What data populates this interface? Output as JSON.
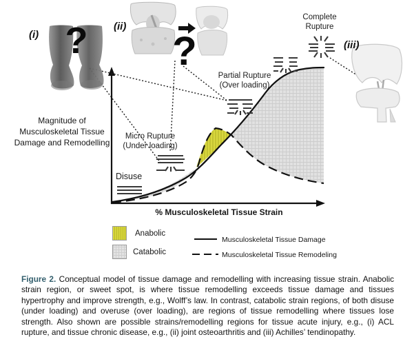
{
  "panels": {
    "i": {
      "label": "(i)",
      "question_mark": "?"
    },
    "ii": {
      "label": "(ii)",
      "question_mark": "?"
    },
    "iii": {
      "label": "(iii)"
    }
  },
  "chart": {
    "y_axis_label": "Magnitude of Musculoskeletal Tissue Damage and Remodelling",
    "x_axis_label": "% Musculoskeletal Tissue Strain",
    "annotations": {
      "disuse": "Disuse",
      "micro_rupture": "Micro Rupture (Under loading)",
      "partial_rupture": "Partial Rupture (Over loading)",
      "complete_rupture": "Complete Rupture"
    }
  },
  "legend": {
    "anabolic": "Anabolic",
    "catabolic": "Catabolic",
    "damage_line": "Musculoskeletal Tissue Damage",
    "remodeling_line": "Musculoskeletal Tissue Remodeling"
  },
  "caption": {
    "label": "Figure 2.",
    "text": " Conceptual model of tissue damage and remodelling with increasing tissue strain. Anabolic strain region, or sweet spot, is where tissue remodelling exceeds tissue damage and tissues hypertrophy and improve strength, e.g., Wolff’s law. In contrast, catabolic strain regions, of both disuse (under loading) and overuse (over loading), are regions of tissue remodelling where tissues lose strength. Also shown are possible strains/remodelling regions for tissue acute injury, e.g., (i) ACL rupture, and tissue chronic disease, e.g., (ii) joint osteoarthritis and (iii) Achilles’ tendinopathy."
  },
  "colors": {
    "anabolic_fill": "#d8d73e",
    "anabolic_hatch": "#b7b62a",
    "catabolic_fill": "#e0e0e0",
    "catabolic_grid": "#cccccc",
    "curve_stroke": "#111111",
    "caption_label": "#335f6d"
  },
  "chart_data": {
    "type": "line",
    "title": "Conceptual model of tissue damage and remodelling vs tissue strain",
    "xlabel": "% Musculoskeletal Tissue Strain",
    "ylabel": "Magnitude of Musculoskeletal Tissue Damage and Remodelling",
    "axes_note": "Qualitative axes; no numeric tick labels shown. Values below normalized 0-100.",
    "grid": false,
    "legend_position": "below",
    "series": [
      {
        "name": "Musculoskeletal Tissue Damage",
        "style": "solid",
        "x": [
          0,
          12,
          25,
          35,
          40,
          45,
          51,
          56,
          64,
          72,
          80,
          88,
          100
        ],
        "y": [
          1,
          4,
          10,
          19,
          26,
          33,
          43,
          50,
          64,
          81,
          93,
          98,
          100
        ]
      },
      {
        "name": "Musculoskeletal Tissue Remodeling",
        "style": "dashed",
        "x": [
          0,
          12,
          25,
          33,
          39,
          43,
          46,
          49,
          53,
          56,
          62,
          69,
          77,
          86,
          100
        ],
        "y": [
          0,
          2,
          7,
          14,
          25,
          41,
          52,
          55,
          53,
          50,
          40,
          31,
          23,
          18,
          15
        ]
      }
    ],
    "regions": [
      {
        "name": "Catabolic (Disuse, under loading)",
        "x_range": [
          3,
          39
        ],
        "fill": "gray"
      },
      {
        "name": "Anabolic (sweet spot)",
        "x_range": [
          39,
          56
        ],
        "fill": "yellow"
      },
      {
        "name": "Catabolic (over loading)",
        "x_range": [
          56,
          100
        ],
        "fill": "gray"
      }
    ],
    "annotations": [
      "Disuse",
      "Micro Rupture (Under loading)",
      "Partial Rupture (Over loading)",
      "Complete Rupture"
    ]
  }
}
